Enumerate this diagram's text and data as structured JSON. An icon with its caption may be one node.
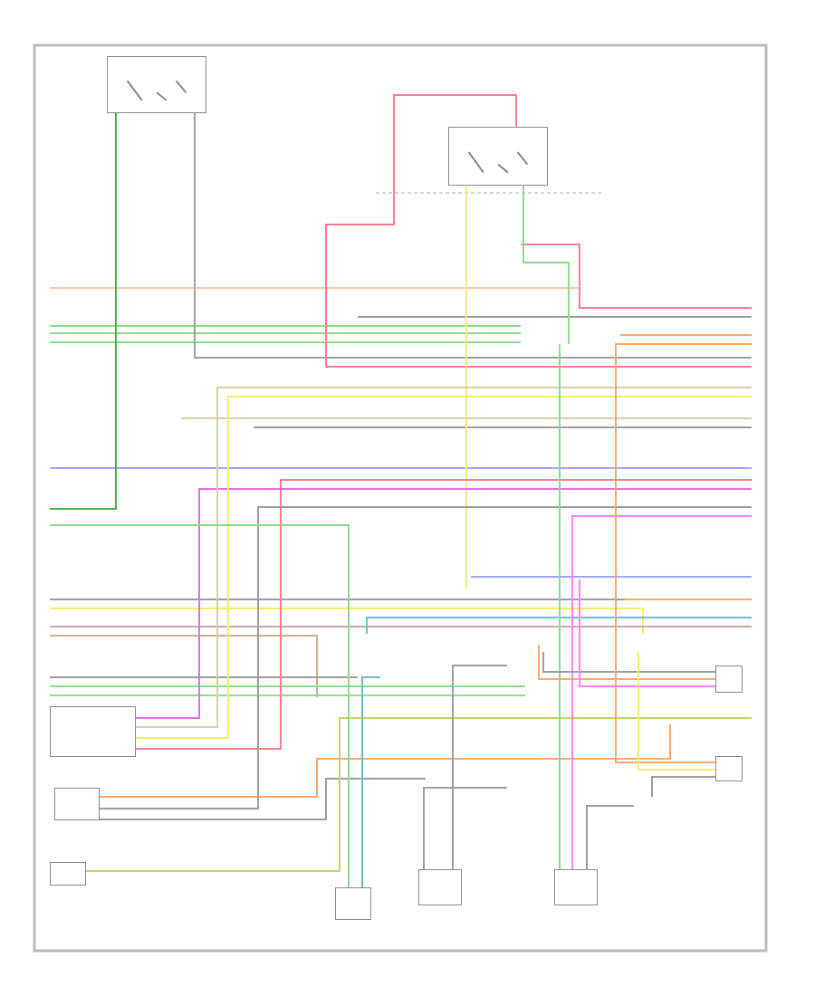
{
  "diagram": {
    "nodes": [
      {
        "text": [],
        "shape": "box"
      },
      {
        "text": [],
        "shape": "box"
      },
      {
        "text": [],
        "shape": "box"
      },
      {
        "text": [],
        "shape": "box"
      },
      {
        "text": [],
        "shape": "box"
      },
      {
        "text": [],
        "shape": "box"
      },
      {
        "text": [],
        "shape": "box"
      },
      {
        "text": [],
        "shape": "box"
      },
      {
        "text": [],
        "shape": "box"
      },
      {
        "text": [],
        "shape": "box"
      }
    ],
    "edges": [
      {
        "from": 0,
        "to": null,
        "arrow": "none",
        "color": "#4caf50"
      },
      {
        "from": 0,
        "to": null,
        "arrow": "none",
        "color": "#9e9e9e"
      },
      {
        "from": 1,
        "to": null,
        "arrow": "none",
        "color": "#ff7b8e"
      },
      {
        "from": 1,
        "to": null,
        "arrow": "none",
        "color": "#f3ee6a"
      },
      {
        "from": 1,
        "to": null,
        "arrow": "none",
        "color": "#8fd98f"
      },
      {
        "from": 2,
        "to": null,
        "arrow": "none",
        "color": "#e36ee6"
      },
      {
        "from": 2,
        "to": null,
        "arrow": "none",
        "color": "#d8cfa6"
      },
      {
        "from": 2,
        "to": null,
        "arrow": "none",
        "color": "#f3ee6a"
      },
      {
        "from": 2,
        "to": null,
        "arrow": "none",
        "color": "#ff7b8e"
      },
      {
        "from": 3,
        "to": null,
        "arrow": "none",
        "color": "#ffa766"
      },
      {
        "from": 3,
        "to": null,
        "arrow": "none",
        "color": "#9e9e9e"
      },
      {
        "from": 3,
        "to": null,
        "arrow": "none",
        "color": "#9e9e9e"
      },
      {
        "from": 4,
        "to": null,
        "arrow": "none",
        "color": "#c9cf6a"
      },
      {
        "from": 5,
        "to": null,
        "arrow": "none",
        "color": "#8fd98f"
      },
      {
        "from": 5,
        "to": null,
        "arrow": "none",
        "color": "#5fc7c7"
      },
      {
        "from": 6,
        "to": null,
        "arrow": "none",
        "color": "#9e9e9e"
      },
      {
        "from": 6,
        "to": null,
        "arrow": "none",
        "color": "#9e9e9e"
      },
      {
        "from": 7,
        "to": null,
        "arrow": "none",
        "color": "#8fd98f"
      },
      {
        "from": 7,
        "to": null,
        "arrow": "none",
        "color": "#ff80ff"
      },
      {
        "from": 7,
        "to": null,
        "arrow": "none",
        "color": "#9e9e9e"
      },
      {
        "from": 8,
        "to": null,
        "arrow": "none",
        "color": "#9e9e9e"
      },
      {
        "from": 8,
        "to": null,
        "arrow": "none",
        "color": "#ffa766"
      },
      {
        "from": 8,
        "to": null,
        "arrow": "none",
        "color": "#ff80ff"
      },
      {
        "from": 9,
        "to": null,
        "arrow": "none",
        "color": "#ffa766"
      },
      {
        "from": 9,
        "to": null,
        "arrow": "none",
        "color": "#f3ee6a"
      },
      {
        "from": 9,
        "to": null,
        "arrow": "none",
        "color": "#9e9e9e"
      }
    ]
  }
}
